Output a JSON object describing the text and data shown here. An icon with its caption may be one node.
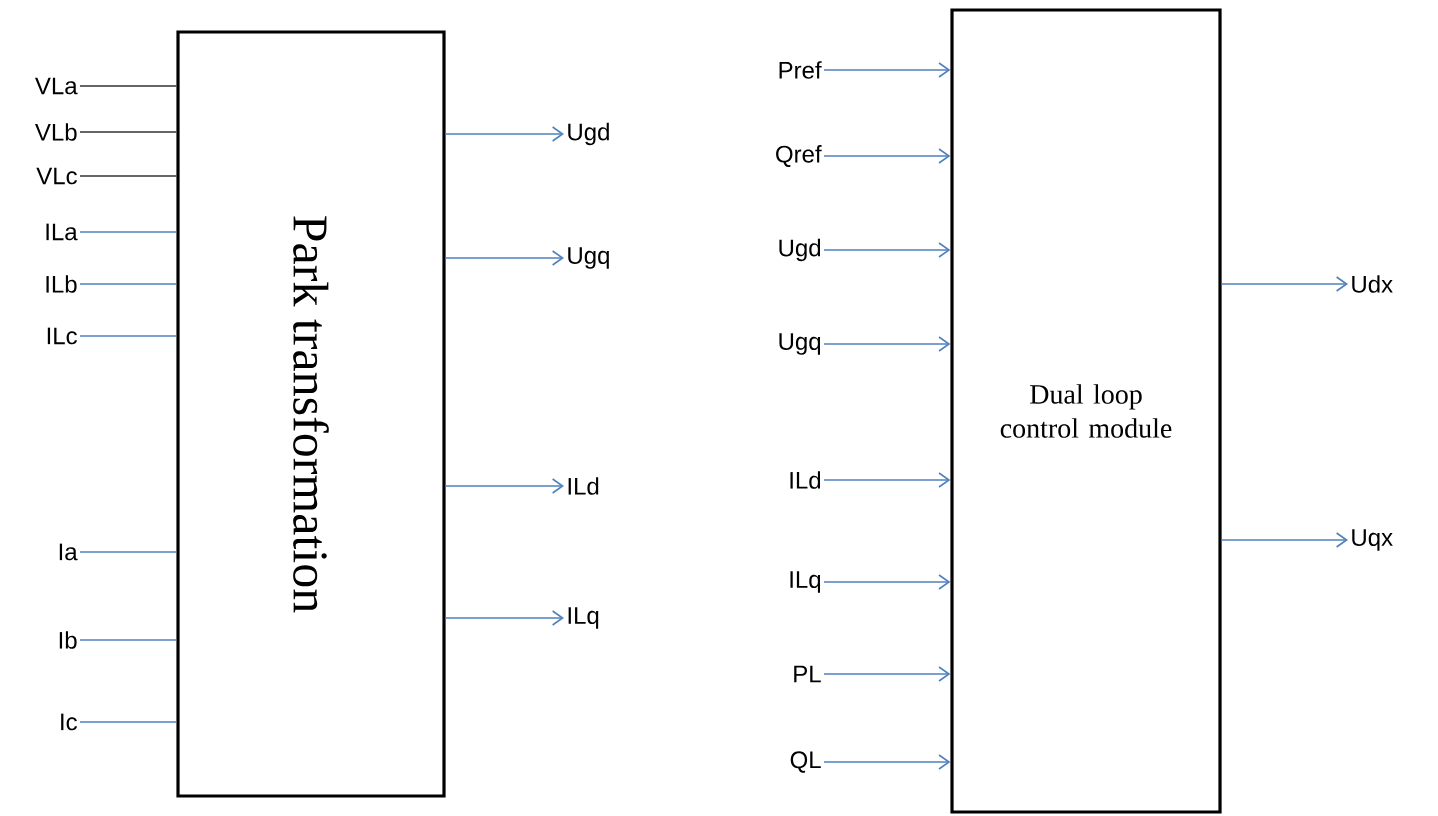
{
  "diagram": {
    "nodes": [
      {
        "text": [
          "Park transformation"
        ]
      },
      {
        "text": [
          "VLa"
        ]
      },
      {
        "text": [
          "VLb"
        ]
      },
      {
        "text": [
          "VLc"
        ]
      },
      {
        "text": [
          "ILa"
        ]
      },
      {
        "text": [
          "ILb"
        ]
      },
      {
        "text": [
          "ILc"
        ]
      },
      {
        "text": [
          "Ia"
        ]
      },
      {
        "text": [
          "Ib"
        ]
      },
      {
        "text": [
          "Ic"
        ]
      },
      {
        "text": [
          "Ugd"
        ]
      },
      {
        "text": [
          "Ugq"
        ]
      },
      {
        "text": [
          "ILd"
        ]
      },
      {
        "text": [
          "ILq"
        ]
      },
      {
        "text": [
          "Dual loop control module"
        ]
      },
      {
        "text": [
          "Pref"
        ]
      },
      {
        "text": [
          "Qref"
        ]
      },
      {
        "text": [
          "Ugd"
        ]
      },
      {
        "text": [
          "Ugq"
        ]
      },
      {
        "text": [
          "ILd"
        ]
      },
      {
        "text": [
          "ILq"
        ]
      },
      {
        "text": [
          "PL"
        ]
      },
      {
        "text": [
          "QL"
        ]
      },
      {
        "text": [
          "Udx"
        ]
      },
      {
        "text": [
          "Uqx"
        ]
      }
    ],
    "edges": [
      {
        "from": 1,
        "to": 0,
        "arrow": "none",
        "color": "#333333"
      },
      {
        "from": 2,
        "to": 0,
        "arrow": "none",
        "color": "#333333"
      },
      {
        "from": 3,
        "to": 0,
        "arrow": "none",
        "color": "#333333"
      },
      {
        "from": 4,
        "to": 0,
        "arrow": "none"
      },
      {
        "from": 5,
        "to": 0,
        "arrow": "none"
      },
      {
        "from": 6,
        "to": 0,
        "arrow": "none"
      },
      {
        "from": 7,
        "to": 0,
        "arrow": "none"
      },
      {
        "from": 8,
        "to": 0,
        "arrow": "none"
      },
      {
        "from": 9,
        "to": 0,
        "arrow": "none"
      },
      {
        "from": 0,
        "to": 10,
        "arrow": "to"
      },
      {
        "from": 0,
        "to": 11,
        "arrow": "to"
      },
      {
        "from": 0,
        "to": 12,
        "arrow": "to"
      },
      {
        "from": 0,
        "to": 13,
        "arrow": "to"
      },
      {
        "from": 15,
        "to": 14,
        "arrow": "to"
      },
      {
        "from": 16,
        "to": 14,
        "arrow": "to"
      },
      {
        "from": 17,
        "to": 14,
        "arrow": "to"
      },
      {
        "from": 18,
        "to": 14,
        "arrow": "to"
      },
      {
        "from": 19,
        "to": 14,
        "arrow": "to"
      },
      {
        "from": 20,
        "to": 14,
        "arrow": "to"
      },
      {
        "from": 21,
        "to": 14,
        "arrow": "to"
      },
      {
        "from": 22,
        "to": 14,
        "arrow": "to"
      },
      {
        "from": 14,
        "to": 23,
        "arrow": "to"
      },
      {
        "from": 14,
        "to": 24,
        "arrow": "to"
      }
    ]
  }
}
